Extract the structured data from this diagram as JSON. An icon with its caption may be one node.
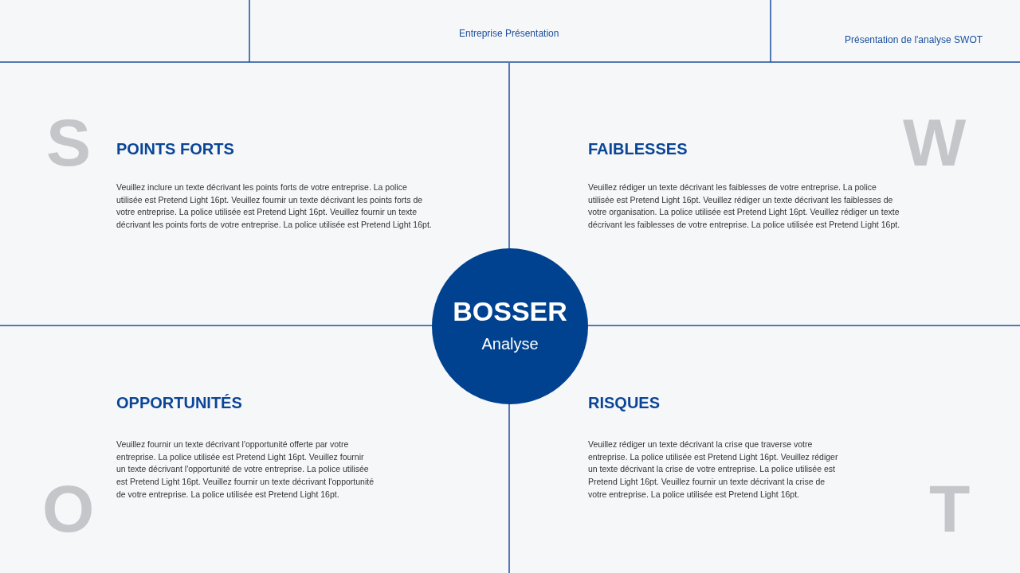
{
  "diagram": {
    "nodes": [
      {
        "text": [
          "POINTS FORTS",
          "Veuillez inclure un texte décrivant les points forts de votre entreprise. La police utilisée est Pretend Light 16pt. Veuillez fournir un texte décrivant les points forts de votre entreprise. La police utilisée est Pretend Light 16pt. Veuillez fournir un texte décrivant les points forts de votre entreprise. La police utilisée est Pretend Light 16pt."
        ]
      },
      {
        "text": [
          "FAIBLESSES",
          "Veuillez rédiger un texte décrivant les faiblesses de votre entreprise. La police utilisée est Pretend Light 16pt. Veuillez rédiger un texte décrivant les faiblesses de votre organisation. La police utilisée est Pretend Light 16pt. Veuillez rédiger un texte décrivant les faiblesses de votre entreprise. La police utilisée est Pretend Light 16pt."
        ]
      },
      {
        "text": [
          "OPPORTUNITÉS",
          "Veuillez fournir un texte décrivant l'opportunité offerte par votre entreprise. La police utilisée est Pretend Light 16pt. Veuillez fournir un texte décrivant l'opportunité de votre entreprise. La police utilisée est Pretend Light 16pt. Veuillez fournir un texte décrivant l'opportunité de votre entreprise. La police utilisée est Pretend Light 16pt."
        ]
      },
      {
        "text": [
          "RISQUES",
          "Veuillez rédiger un texte décrivant la crise que traverse votre entreprise. La police utilisée est Pretend Light 16pt. Veuillez rédiger un texte décrivant la crise de votre entreprise. La police utilisée est Pretend Light 16pt. Veuillez fournir un texte décrivant la crise de votre entreprise. La police utilisée est Pretend Light 16pt."
        ]
      },
      {
        "text": [
          "BOSSER",
          "Analyse"
        ]
      }
    ],
    "labels": [
      "Entreprise Présentation",
      "Présentation de l'analyse SWOT",
      "S",
      "W",
      "O",
      "T"
    ]
  }
}
